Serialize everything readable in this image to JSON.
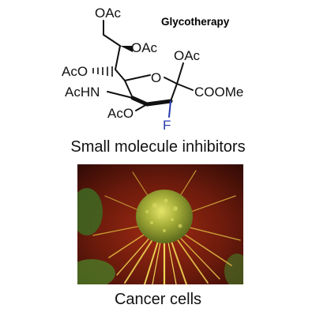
{
  "header": {
    "title": "Glycotherapy"
  },
  "structure": {
    "labels": {
      "oac_top": "OAc",
      "oac_side": "OAc",
      "oac_anomeric": "OAc",
      "aco_left": "AcO",
      "achn": "AcHN",
      "ring_o": "O",
      "coome": "COOMe",
      "aco_bottom": "AcO",
      "fluoro": "F"
    },
    "colors": {
      "bond": "#111111",
      "fluorine": "#2a3bb0"
    }
  },
  "captions": {
    "inhibitors": "Small molecule inhibitors",
    "cancer": "Cancer cells"
  },
  "image": {
    "subject": "cancer-cell-micrograph"
  }
}
